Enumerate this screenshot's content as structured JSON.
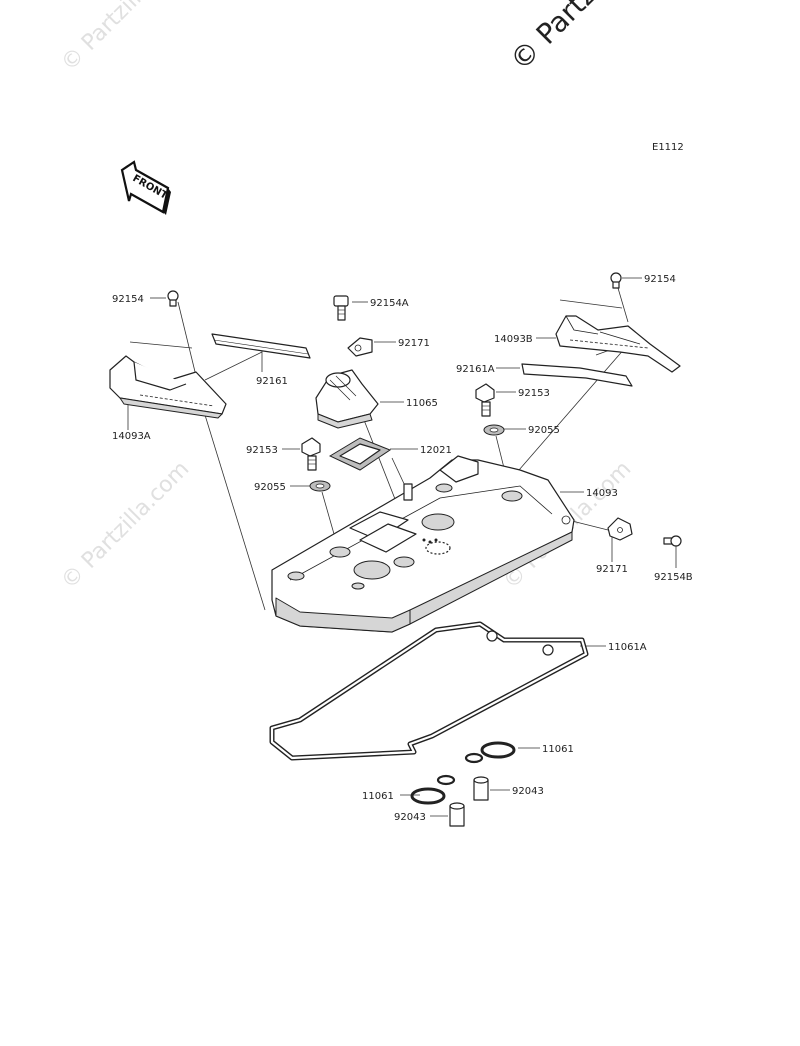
{
  "watermarks": {
    "top": "© Partzilla",
    "faint": "© Partzilla.com"
  },
  "diagram": {
    "code": "E1112",
    "front_label": "FRONT"
  },
  "callouts": {
    "c92154_left": "92154",
    "c14093A": "14093A",
    "c92161": "92161",
    "c92154A": "92154A",
    "c92171_top": "92171",
    "c11065": "11065",
    "c92153_left": "92153",
    "c12021": "12021",
    "c92055_left": "92055",
    "c92154_right": "92154",
    "c14093B": "14093B",
    "c92161A": "92161A",
    "c92153_right": "92153",
    "c92055_right": "92055",
    "c14093": "14093",
    "c92171_right": "92171",
    "c92154B": "92154B",
    "c11061A": "11061A",
    "c11061_right": "11061",
    "c11061_left": "11061",
    "c92043_right": "92043",
    "c92043_left": "92043"
  }
}
